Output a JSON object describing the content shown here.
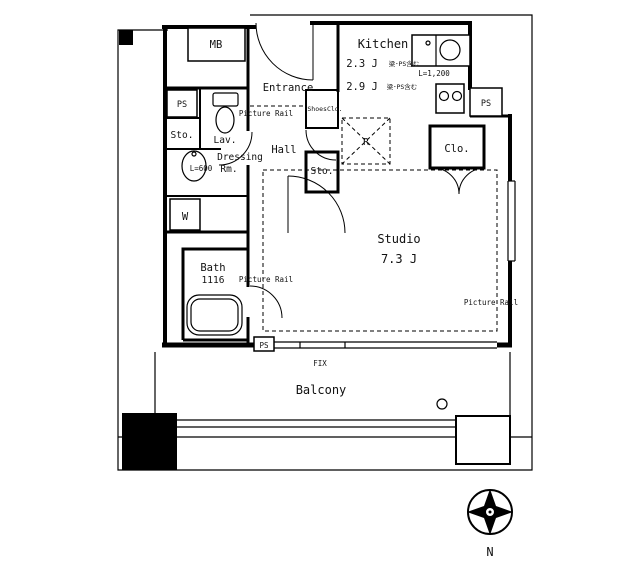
{
  "plan": {
    "mb": "MB",
    "kitchen": {
      "label": "Kitchen",
      "size1": "2.3 J",
      "note1": "梁･PS含む",
      "size2": "2.9 J",
      "note2": "梁･PS含む",
      "counter_len": "L=1,200"
    },
    "entrance": {
      "label": "Entrance",
      "picture_rail": "Picture Rail",
      "shoes_closet": "ShoesClo."
    },
    "ps": {
      "left": "PS",
      "right": "PS",
      "bottom": "PS"
    },
    "storage": {
      "left": "Sto.",
      "hall": "Sto.",
      "closet": "Clo."
    },
    "lav": "Lav.",
    "dressing": {
      "line1": "Dressing",
      "line2": "Rm.",
      "counter_len": "L=600"
    },
    "hall": "Hall",
    "fridge": "R",
    "washer": "W",
    "bath": {
      "label": "Bath",
      "size": "1116",
      "picture_rail": "Picture Rail"
    },
    "studio": {
      "label": "Studio",
      "size": "7.3 J",
      "picture_rail": "Picture Rail"
    },
    "window": {
      "fix": "FIX"
    },
    "balcony": "Balcony",
    "compass_north": "N"
  }
}
